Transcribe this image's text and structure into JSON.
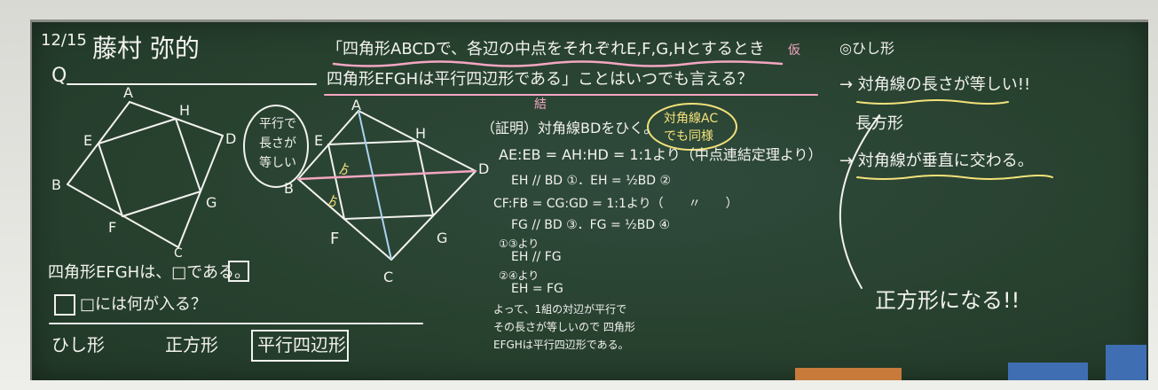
{
  "header": {
    "date": "12/15",
    "name": "藤村 弥的"
  },
  "question": {
    "label": "Q",
    "prompt_line1": "四角形EFGHは、□である。",
    "prompt_line2": "□には何が入る？",
    "choices": [
      "ひし形",
      "正方形",
      "平行四辺形"
    ]
  },
  "left_figure": {
    "vertex_labels": [
      "A",
      "H",
      "D",
      "E",
      "B",
      "F",
      "G",
      "C"
    ],
    "bubble_text_line1": "平行で",
    "bubble_text_line2": "長さが",
    "bubble_text_line3": "等しい"
  },
  "middle_figure": {
    "vertex_labels": [
      "A",
      "E",
      "H",
      "B",
      "D",
      "F",
      "G",
      "C"
    ],
    "angle_marks": [
      "ゟ",
      "ゟ"
    ]
  },
  "top_statement": {
    "line1": "「四角形ABCDで、各辺の中点をそれぞれE,F,G,Hとするとき",
    "line1_mark": "仮",
    "line2": "四角形EFGHは平行四辺形である」ことはいつでも言える？",
    "line2_mark": "結"
  },
  "proof": {
    "heading": "（証明）対角線BDをひく。",
    "cloud_line1": "対角線AC",
    "cloud_line2": "でも同様",
    "lines": [
      "AE:EB = AH:HD = 1:1より（中点連結定理より）",
      "EH // BD ①．EH = ½BD ②",
      "CF:FB = CG:GD = 1:1より（　　〃　　）",
      "FG // BD ③．FG = ½BD ④",
      "①③より",
      "EH // FG",
      "②④より",
      "EH = FG",
      "よって、1組の対辺が平行で",
      "その長さが等しいので 四角形",
      "EFGHは平行四辺形である。"
    ]
  },
  "right_notes": {
    "title": "◎ひし形",
    "arrow1": "→ 対角線の長さが等しい!!",
    "rect_label": "長方形",
    "arrow2": "→ 対角線が垂直に交わる。",
    "result": "正方形になる!!"
  }
}
